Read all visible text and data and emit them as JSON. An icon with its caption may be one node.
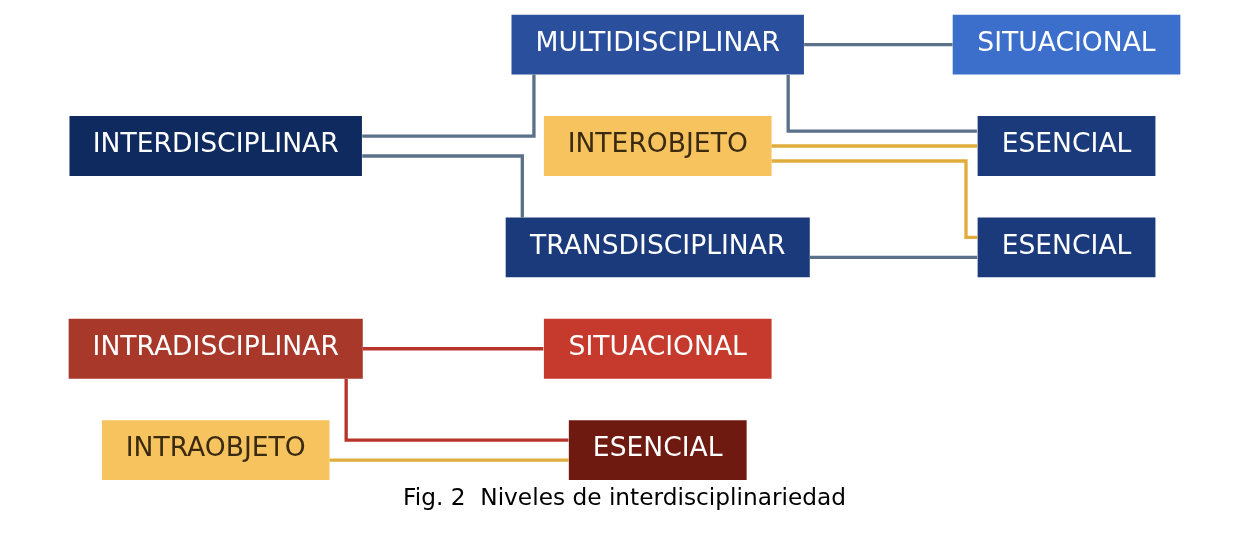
{
  "diagram": {
    "caption": "Fig. 2  Niveles de interdisciplinariedad",
    "nodes": [
      {
        "text": [
          "INTRADISCIPLINAR"
        ]
      },
      {
        "text": [
          "SITUACIONAL"
        ]
      },
      {
        "text": [
          "ESENCIAL"
        ]
      },
      {
        "text": [
          "INTRAOBJETO"
        ]
      },
      {
        "text": [
          "INTERDISCIPLINAR"
        ]
      },
      {
        "text": [
          "MULTIDISCIPLINAR"
        ]
      },
      {
        "text": [
          "SITUACIONAL"
        ]
      },
      {
        "text": [
          "ESENCIAL"
        ]
      },
      {
        "text": [
          "INTEROBJETO"
        ]
      },
      {
        "text": [
          "TRANSDISCIPLINAR"
        ]
      },
      {
        "text": [
          "ESENCIAL"
        ]
      }
    ],
    "edges": [
      {
        "from": 0,
        "to": 1,
        "arrow": "none",
        "color": "#b8332a"
      },
      {
        "from": 0,
        "to": 2,
        "arrow": "none",
        "color": "#b8332a"
      },
      {
        "from": 3,
        "to": 2,
        "arrow": "none",
        "color": "#e0ad3c"
      },
      {
        "from": 4,
        "to": 5,
        "arrow": "none"
      },
      {
        "from": 4,
        "to": 9,
        "arrow": "none"
      },
      {
        "from": 5,
        "to": 6,
        "arrow": "none"
      },
      {
        "from": 5,
        "to": 7,
        "arrow": "none"
      },
      {
        "from": 8,
        "to": 7,
        "arrow": "none",
        "color": "#e0ad3c"
      },
      {
        "from": 8,
        "to": 10,
        "arrow": "none",
        "color": "#e0ad3c"
      },
      {
        "from": 9,
        "to": 10,
        "arrow": "none"
      }
    ]
  }
}
